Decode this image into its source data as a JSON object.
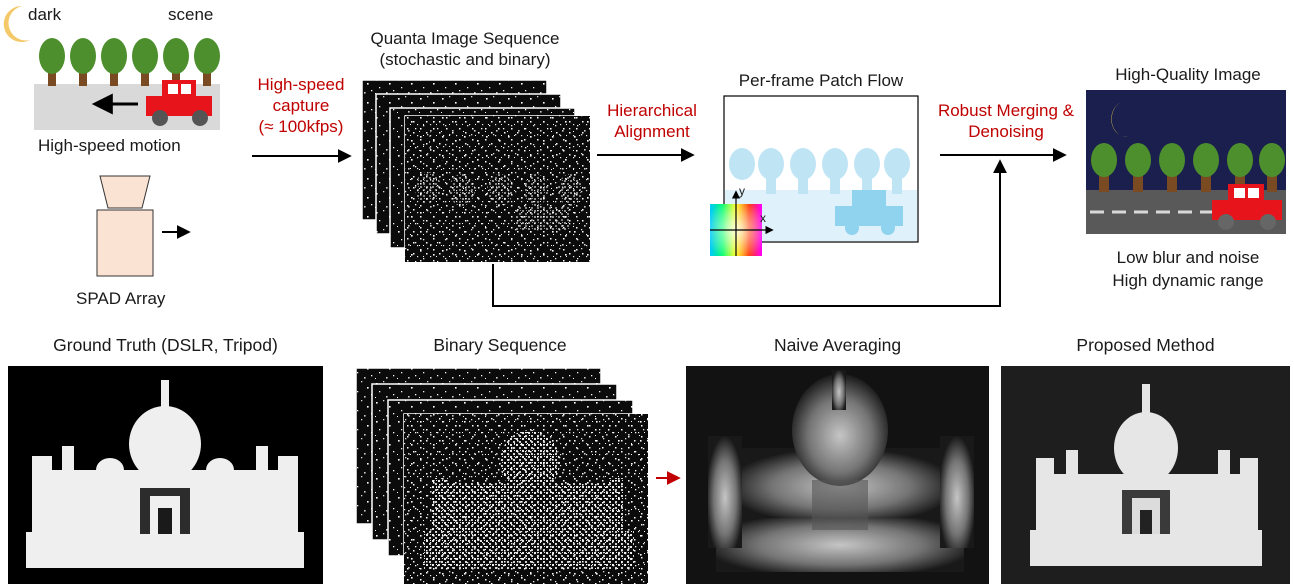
{
  "top": {
    "dark_label": "dark",
    "scene_label": "scene",
    "motion_label": "High-speed motion",
    "spad_label": "SPAD Array",
    "capture_step": {
      "line1": "High-speed",
      "line2": "capture",
      "line3": "(≈ 100kfps)"
    },
    "qis_title": {
      "line1": "Quanta Image Sequence",
      "line2": "(stochastic and binary)"
    },
    "alignment_step": {
      "line1": "Hierarchical",
      "line2": "Alignment"
    },
    "flow_title": "Per-frame Patch Flow",
    "flow_axes": {
      "x": "x",
      "y": "y"
    },
    "merge_step": {
      "line1": "Robust Merging &",
      "line2": "Denoising"
    },
    "output_title": "High-Quality Image",
    "output_desc": {
      "line1": "Low blur and noise",
      "line2": "High dynamic range"
    }
  },
  "bottom": {
    "panels": [
      {
        "title": "Ground Truth (DSLR, Tripod)"
      },
      {
        "title": "Binary Sequence"
      },
      {
        "title": "Naive Averaging"
      },
      {
        "title": "Proposed Method"
      }
    ]
  },
  "colors": {
    "red_text": "#c00000",
    "tree_green": "#4d8f2d",
    "trunk_brown": "#7a4a22",
    "car_red": "#e8141b",
    "night_sky": "#1b1f4e",
    "road_gray": "#595959",
    "moon_yellow": "#ffe34a",
    "flow_cyan": "#bfe5f5"
  }
}
